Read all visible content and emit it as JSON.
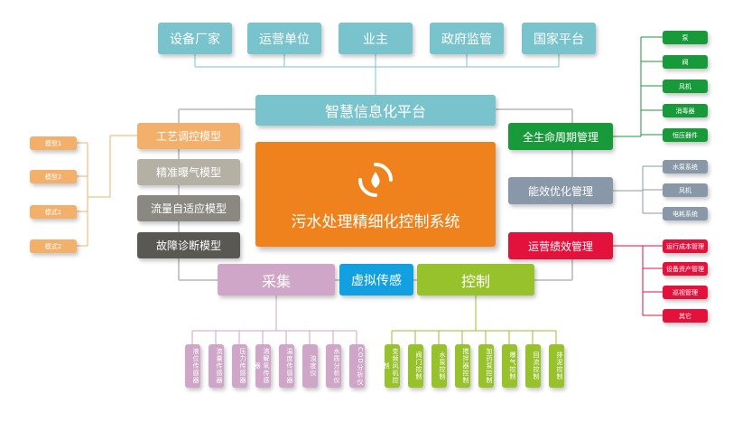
{
  "colors": {
    "teal": "#79c3cc",
    "peach": "#f2b06a",
    "greige": "#b4b0a4",
    "gray": "#8a8880",
    "dark": "#5a5852",
    "orange": "#f0821e",
    "green": "#199a3a",
    "slate": "#8898a8",
    "red": "#e2123d",
    "lilac": "#cfa6c8",
    "blue": "#12a0e0",
    "lime": "#97c22c"
  },
  "stakeholders": [
    "设备厂家",
    "运营单位",
    "业主",
    "政府监管",
    "国家平台"
  ],
  "platform": "智慧信息化平台",
  "core": {
    "title": "污水处理精细化控制系统",
    "icon": "swirl-drop-icon"
  },
  "left_models": [
    "工艺调控模型",
    "精准曝气模型",
    "流量自适应模型",
    "故障诊断模型"
  ],
  "left_outer": [
    "模型1",
    "模型2",
    "模式1",
    "模式2"
  ],
  "right_panels": [
    "全生命周期管理",
    "能效优化管理",
    "运营绩效管理"
  ],
  "lifecycle_items": [
    "泵",
    "阀",
    "风机",
    "消毒器",
    "恒压器件"
  ],
  "efficiency_items": [
    "水泵系统",
    "风机",
    "电耗系统"
  ],
  "performance_items": [
    "运行成本管理",
    "设备资产管理",
    "巡视管理",
    "其它"
  ],
  "bottom": {
    "collect": "采集",
    "virtual": "虚拟传感",
    "control": "控制"
  },
  "collect_items": [
    "液位传感器",
    "流量传感器",
    "压力传感器",
    "溶解氧传感器",
    "温度传感器",
    "浊度仪",
    "水质分析仪",
    "COD分析仪"
  ],
  "control_items": [
    "变频风机控制",
    "阀门控制",
    "水泵控制",
    "搅拌器控制",
    "加药泵控制",
    "曝气控制",
    "回流控制",
    "排泥控制"
  ]
}
